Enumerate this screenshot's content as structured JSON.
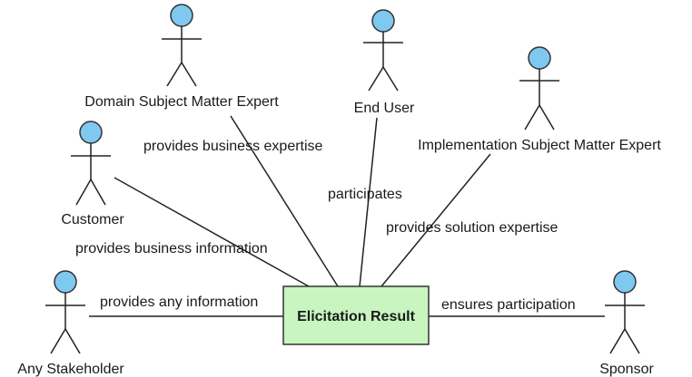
{
  "colors": {
    "actor_head": "#7fc8f0",
    "result_fill": "#c8f5c0"
  },
  "central_node": {
    "label": "Elicitation Result"
  },
  "actors": {
    "domain_sme": "Domain Subject Matter Expert",
    "end_user": "End User",
    "implementation_sme": "Implementation Subject Matter Expert",
    "customer": "Customer",
    "any_stakeholder": "Any Stakeholder",
    "sponsor": "Sponsor"
  },
  "relations": {
    "domain_sme": "provides business expertise",
    "end_user": "participates",
    "implementation_sme": "provides solution expertise",
    "customer": "provides business information",
    "any_stakeholder": "provides any information",
    "sponsor": "ensures participation"
  }
}
